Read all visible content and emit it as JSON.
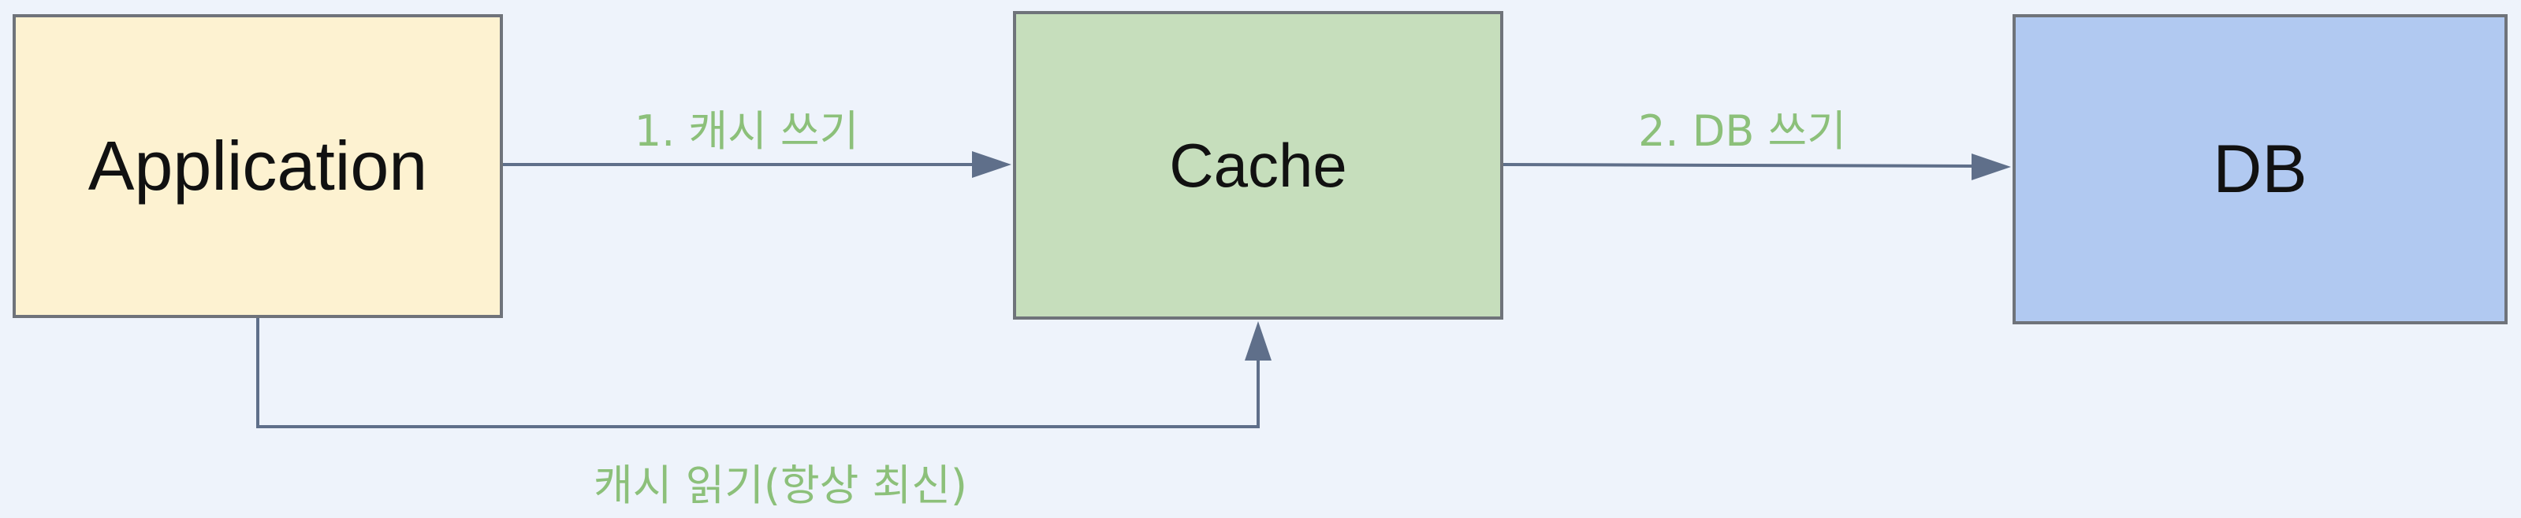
{
  "nodes": {
    "application": "Application",
    "cache": "Cache",
    "db": "DB"
  },
  "edges": {
    "write_cache": "1. 캐시 쓰기",
    "write_db": "2. DB 쓰기",
    "read_cache": "캐시 읽기(항상 최신)"
  },
  "colors": {
    "background": "#eef3fb",
    "application_fill": "#fdf2d1",
    "cache_fill": "#c6debc",
    "db_fill": "#b1c9f1",
    "edge_label": "#8cc07a",
    "arrow": "#5f6f8a"
  }
}
